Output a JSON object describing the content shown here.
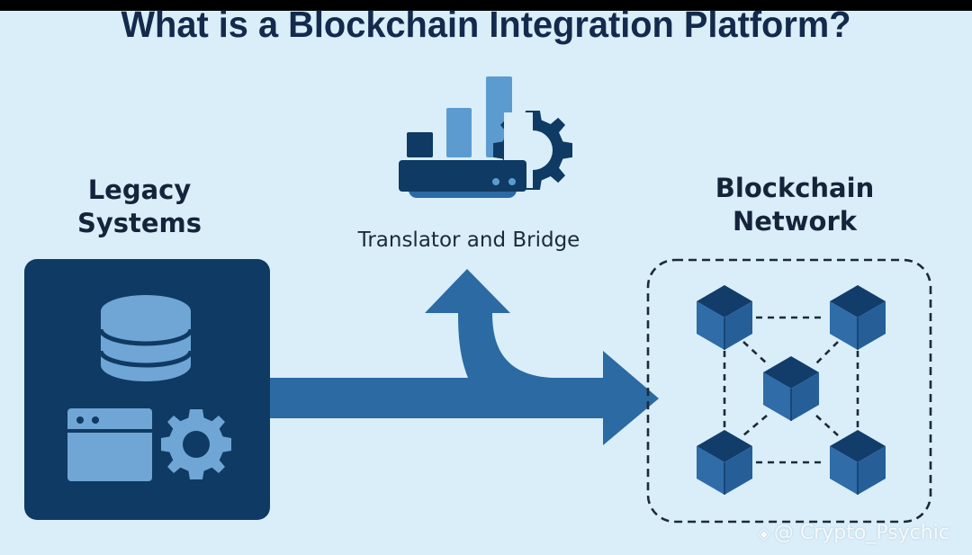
{
  "title": "What is a Blockchain Integration Platform?",
  "legacy": {
    "label_line1": "Legacy",
    "label_line2": "Systems",
    "icons": [
      "database-icon",
      "browser-window-icon",
      "gear-icon"
    ]
  },
  "bridge": {
    "label": "Translator and Bridge",
    "icons": [
      "bar-chart-icon",
      "server-icon",
      "gear-icon"
    ]
  },
  "blockchain": {
    "label_line1": "Blockchain",
    "label_line2": "Network",
    "node_count": 5
  },
  "watermark": {
    "handle": "@ Crypto_Psychic",
    "icon": "binance-logo-icon"
  },
  "colors": {
    "background": "#d9eef9",
    "navy": "#0f3a63",
    "arrow_blue": "#2b6aa3",
    "light_blue": "#6fa6d6",
    "title_text": "#142a4c"
  }
}
